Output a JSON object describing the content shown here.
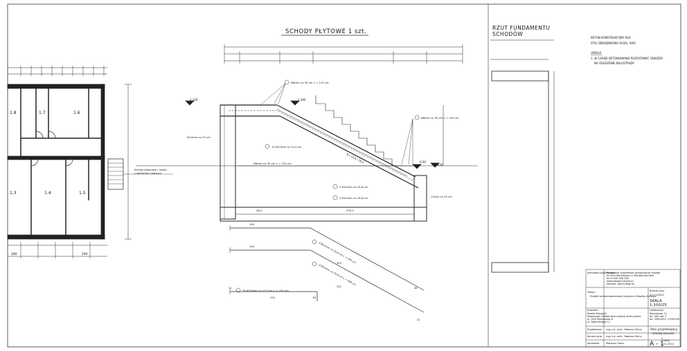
{
  "drawing": {
    "title": "SCHODY PŁYTOWE 1 szt.",
    "right_title_line1": "RZUT FUNDAMENTU",
    "right_title_line2": "SCHODÓW"
  },
  "notes": {
    "concrete": "BETON KONSTRUKCYJNY B20",
    "steel": "STAL ZBROJENIOWA St3SX, St0S",
    "uwaga_label": "UWAGA:",
    "uwaga_line1": "1. W CZASIE BETONOWANIA POZOSTAWIĆ GNIAZDA",
    "uwaga_line2": "NA OSADZENIE BALUSTRADY"
  },
  "plan": {
    "rooms_top": [
      "1.8",
      "1.7",
      "1.6"
    ],
    "rooms_bottom": [
      "1.3",
      "1.4",
      "1.5"
    ],
    "callout": "Schody betonowe ( nowe)\nz okładziną z lastryka",
    "dims_bottom": [
      "280",
      "290"
    ]
  },
  "section": {
    "level_top_left": "1.320",
    "level_top_mid": "1.260",
    "level_right": "0.030",
    "level_right2": "0.00",
    "bar_1": "Ø8mm co 30 cm L = 115 cm",
    "bar_2": "10 Ø12mm co 12,9 cm",
    "bar_3": "Ø8mm co 30 cm L = 150 cm",
    "bar_4": "Ø8mm co 30 cm L = 115 cm",
    "bar_5": "3 Ø12mm co 25,8 cm",
    "bar_6": "3 Ø12mm co 25,8 cm",
    "bar_left": "Ø12mm co 15 cm",
    "bar_right": "12mm co 15 cm",
    "steps_label": "8 x 15,6 / 30,0",
    "bottom_dim_left": "28,0",
    "bottom_dim_right": "270,0"
  },
  "schedule": {
    "bar_a_len": "100",
    "bar_b_len": "100",
    "bar_c_label": "3 Ø12mm co 25,8 cm L = 320 cm",
    "bar_c_sub": "303",
    "bar_d_label": "3 Ø12mm co 25,8 cm L = 400 cm",
    "bar_d_sub": "332",
    "bar_e_label": "10 Ø12mm co 12,9 cm L = 230 cm",
    "bar_e_len": "191",
    "hook_a": "46",
    "hook_b": "21",
    "hook_c": "11",
    "hook_d": "83"
  },
  "title_block": {
    "designer_label": "Jednostka projektowa :",
    "designer_lines": [
      "Pracownia projektowo-wykonawcza Fasada",
      "00-000 Rybnikowo ul. Randomska 8/8",
      "tel 0 000 000 000",
      "www.fasada.rybnik.pl",
      "kontakt: fglenc@wp.pl"
    ],
    "theme_label": "Temat :",
    "theme_value": "Projekt termomodernizacji budynku Ośrodka Zdrowia",
    "investor_label": "Inwestor :",
    "investor_lines": [
      "Powiat Rybnicki",
      "Powiatowy Zakład Komunikacji Komunalnej",
      "ul. XXX Rybnikowo 8",
      "ul. Rybnickiego 11"
    ],
    "designer_role": "Projektował",
    "designer_name": "mgr inż. arch. Tadeusz Glenc",
    "constructor_role": "Konstrukcja",
    "constructor_name": "mgr inż. arch. Tadeusz Glenc",
    "checker_role": "Sprawdził",
    "checker_name": "Mateusz Glenc",
    "branza_label": "Branża proj.",
    "date_label": "01/11/2010",
    "scale_label": "SKALA",
    "scale_value": "1:100/25",
    "location_label": "Lokalizacja:",
    "location_lines": [
      "Rybnikowo 11",
      "dz. 000 obr. 2",
      "dz. 2000/205, 2705/200"
    ],
    "drawing_name_line1": "Stan projektowany",
    "drawing_name_line2": "- schody boczne",
    "sheet_no": "A - 1",
    "date_bottom": "DATA",
    "date_bottom_value": "01.2010"
  }
}
